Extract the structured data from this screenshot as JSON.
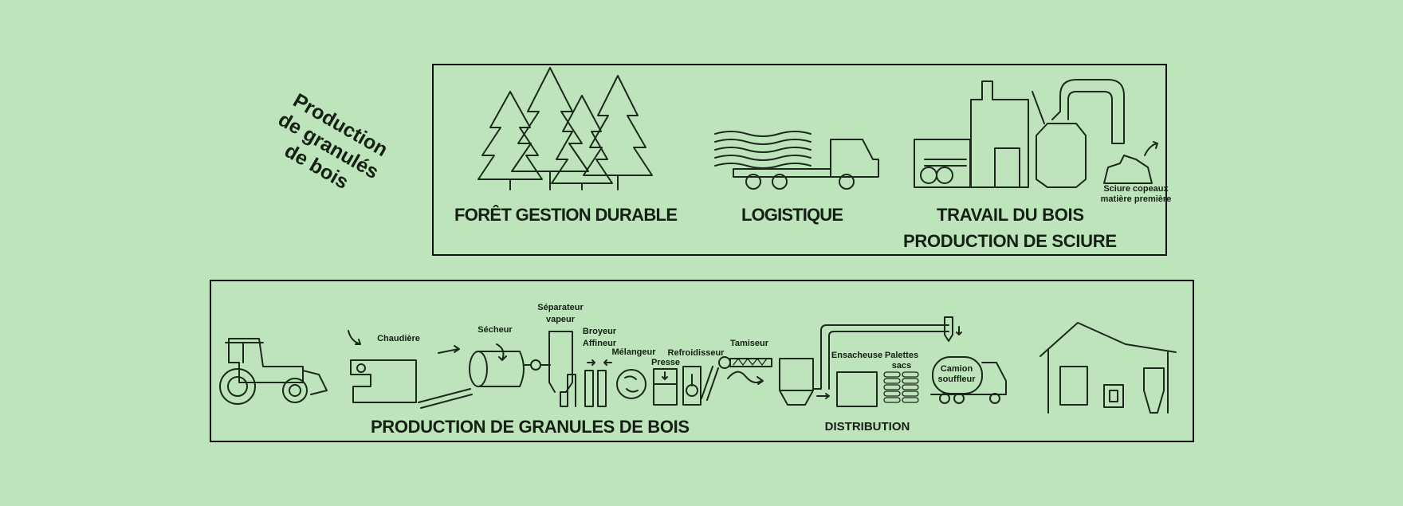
{
  "title": {
    "line1": "Production",
    "line2": "de granulés",
    "line3": "de bois"
  },
  "upstream": {
    "forest": "FORÊT GESTION DURABLE",
    "logistics": "LOGISTIQUE",
    "woodwork_line1": "TRAVAIL DU BOIS",
    "woodwork_line2": "PRODUCTION DE SCIURE",
    "sawdust_line1": "Sciure copeaux",
    "sawdust_line2": "matière première"
  },
  "process": {
    "heading": "PRODUCTION DE GRANULES DE BOIS",
    "chaudiere": "Chaudière",
    "secheur": "Sécheur",
    "separateur_1": "Séparateur",
    "separateur_2": "vapeur",
    "broyeur_1": "Broyeur",
    "broyeur_2": "Affineur",
    "melangeur": "Mélangeur",
    "presse": "Presse",
    "refroidisseur": "Refroidisseur",
    "tamiseur": "Tamiseur"
  },
  "distribution": {
    "heading": "DISTRIBUTION",
    "ensacheuse": "Ensacheuse",
    "palettes_1": "Palettes",
    "palettes_2": "sacs",
    "camion_1": "Camion",
    "camion_2": "souffleur"
  }
}
